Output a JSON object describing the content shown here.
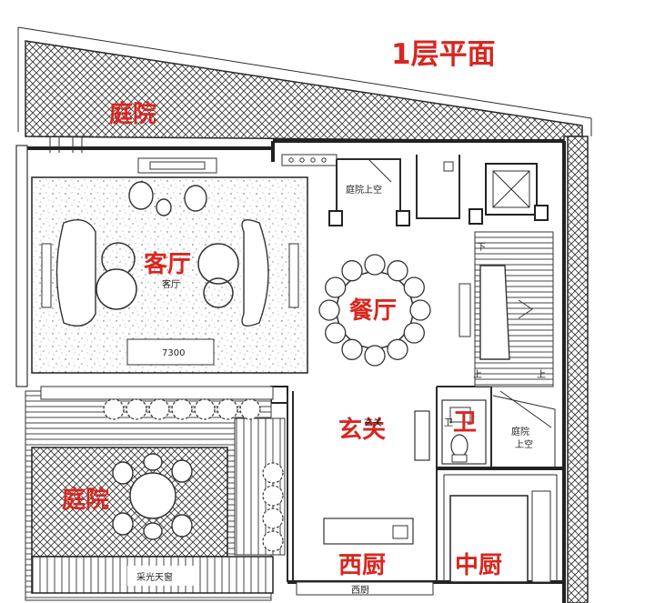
{
  "title": "1层平面",
  "rooms": {
    "courtyard_top": "庭院",
    "living": "客厅",
    "living_small": "客厅",
    "dining": "餐厅",
    "entrance": "玄关",
    "toilet": "卫",
    "courtyard_left": "庭院",
    "west_kitchen": "西厨",
    "west_kitchen_small": "西厨",
    "middle_kitchen": "中厨",
    "void_top": "庭院上空",
    "void_right_1": "庭院",
    "void_right_2": "上空",
    "skylight": "采光天窗",
    "entrance_small": "玄关",
    "toilet_small": "卫"
  },
  "dimension": "7300",
  "stair_marks": [
    "下",
    "上",
    "上"
  ],
  "colors": {
    "label_red": "#d8261f",
    "hatch": "#3a3a3a",
    "wall": "#2b2b2b"
  }
}
